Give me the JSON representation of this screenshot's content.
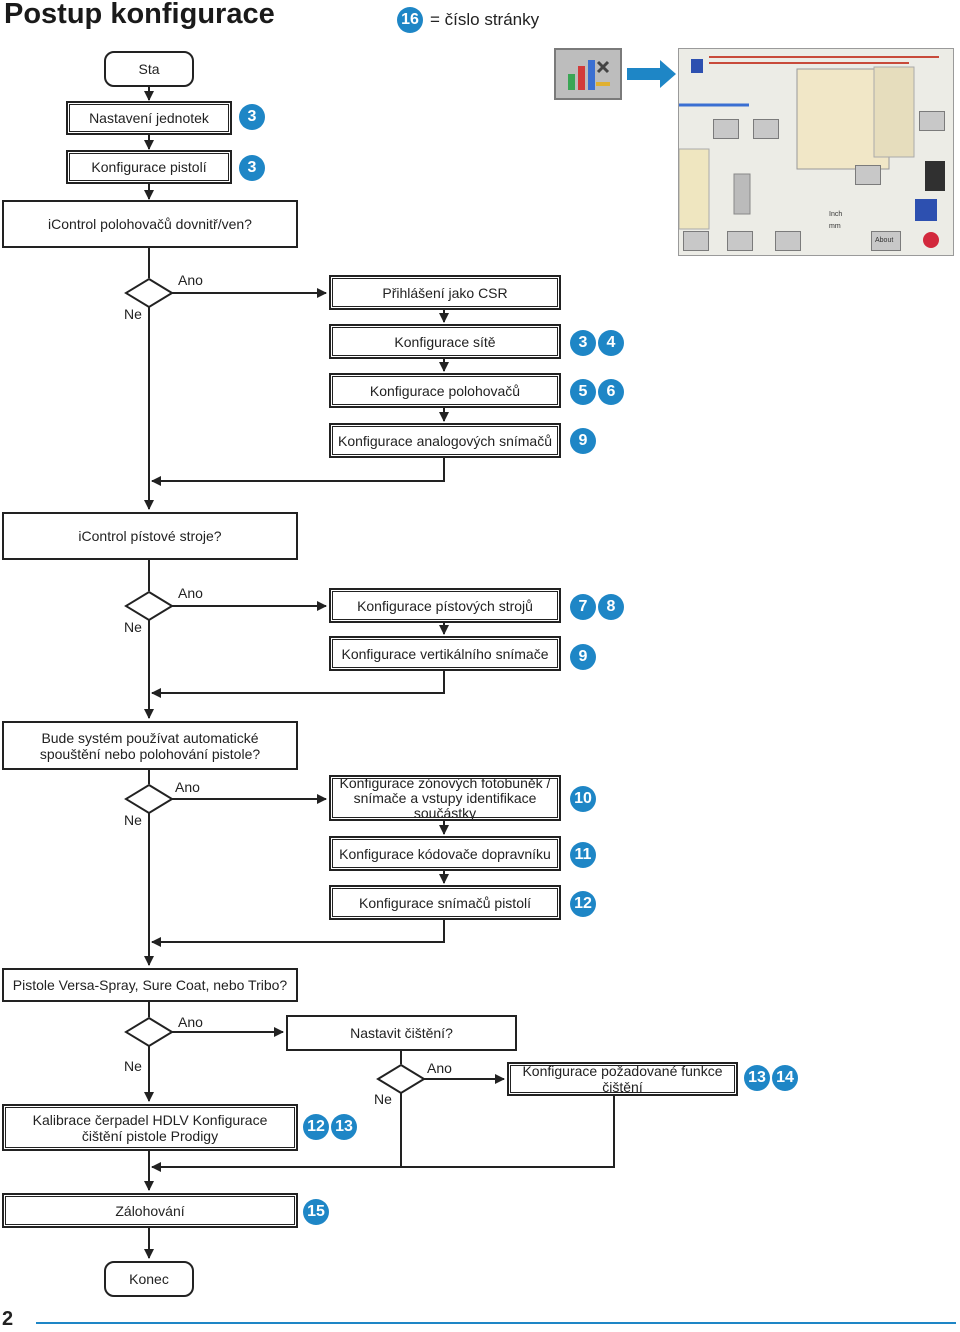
{
  "header": {
    "title": "Postup konfigurace",
    "legend_badge": "16",
    "legend_text": "= číslo stránky"
  },
  "footer": {
    "page_number": "2"
  },
  "flow": {
    "start": "Sta",
    "units": "Nastavení jednotek",
    "guns": "Konfigurace pistolí",
    "q_movers": "iControl polohovačů dovnitř/ven?",
    "csr": "Přihlášení jako CSR",
    "network": "Konfigurace sítě",
    "movers": "Konfigurace polohovačů",
    "analog": "Konfigurace analogových snímačů",
    "q_piston": "iControl pístové stroje?",
    "piston": "Konfigurace pístových strojů",
    "vertical": "Konfigurace vertikálního snímače",
    "q_auto_1": "Bude systém používat automatické",
    "q_auto_2": "spouštění nebo polohování pistole?",
    "zone_1": "Konfigurace zónových fotobuněk /",
    "zone_2": "snímače a vstupy identifikace",
    "zone_3": "součástky",
    "encoder": "Konfigurace kódovače dopravníku",
    "gun_sensors": "Konfigurace snímačů pistolí",
    "q_guns": "Pistole Versa-Spray, Sure Coat, nebo Tribo?",
    "q_cleaning": "Nastavit čištění?",
    "cleaning_1": "Konfigurace požadované funkce",
    "cleaning_2": "čištění",
    "hdlv_1": "Kalibrace čerpadel HDLV Konfigurace",
    "hdlv_2": "čištění pistole Prodigy",
    "backup": "Zálohování",
    "end": "Konec"
  },
  "labels": {
    "yes": "Ano",
    "no": "Ne"
  },
  "badges": {
    "units": [
      "3"
    ],
    "guns": [
      "3"
    ],
    "network": [
      "3",
      "4"
    ],
    "movers": [
      "5",
      "6"
    ],
    "analog": [
      "9"
    ],
    "piston": [
      "7",
      "8"
    ],
    "vertical": [
      "9"
    ],
    "zone": [
      "10"
    ],
    "encoder": [
      "11"
    ],
    "gun_sensors": [
      "12"
    ],
    "cleaning": [
      "13",
      "14"
    ],
    "hdlv": [
      "12",
      "13"
    ],
    "backup": [
      "15"
    ]
  },
  "screen": {
    "unit_inches": "Inch",
    "unit_mm": "mm",
    "about": "About"
  },
  "colors": {
    "badge": "#1e86c6",
    "line": "#222222",
    "arrow_blue": "#1e86c6"
  }
}
